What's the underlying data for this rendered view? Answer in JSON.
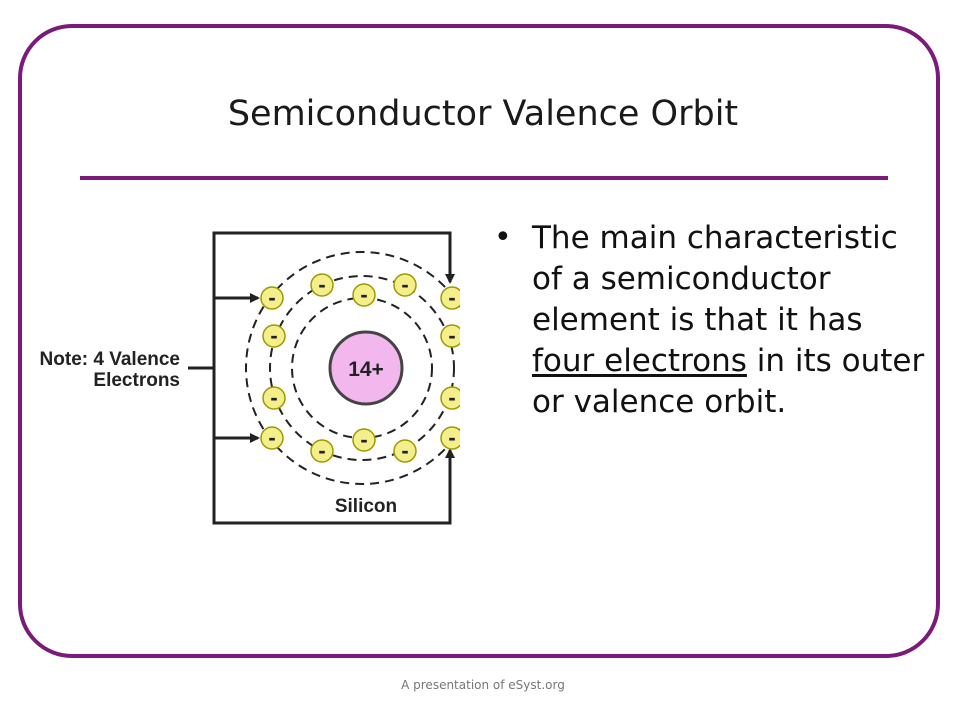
{
  "slide": {
    "title": "Semiconductor Valence Orbit",
    "bullet": {
      "part1": "The main characteristic of a semiconductor element is that it has ",
      "underlined": "four electrons",
      "part2": " in its outer or valence orbit."
    },
    "footer": "A presentation of eSyst.org"
  },
  "diagram": {
    "note_line1": "Note: 4 Valence",
    "note_line2": "Electrons",
    "nucleus_label": "14+",
    "element_label": "Silicon",
    "electron_symbol": "-",
    "electron_fill": "#f4ef8a",
    "electron_stroke": "#9a9a00",
    "nucleus_fill": "#f2b8ee",
    "nucleus_stroke": "#444444",
    "accent": "#7a1a7a"
  }
}
